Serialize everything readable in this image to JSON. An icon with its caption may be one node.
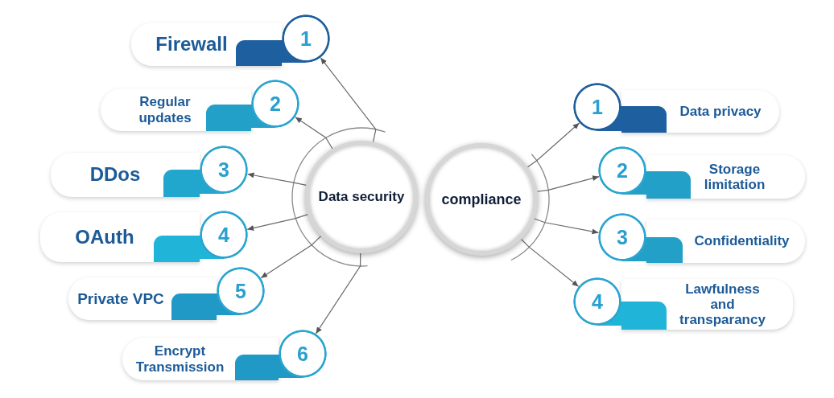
{
  "diagram": {
    "nodes": [
      {
        "text": [
          "Firewall"
        ]
      },
      {
        "text": [
          "1"
        ]
      },
      {
        "text": [
          "Regular updates"
        ]
      },
      {
        "text": [
          "2"
        ]
      },
      {
        "text": [
          "DDos"
        ]
      },
      {
        "text": [
          "3"
        ]
      },
      {
        "text": [
          "OAuth"
        ]
      },
      {
        "text": [
          "4"
        ]
      },
      {
        "text": [
          "Private VPC"
        ]
      },
      {
        "text": [
          "5"
        ]
      },
      {
        "text": [
          "Encrypt Transmission"
        ]
      },
      {
        "text": [
          "6"
        ]
      },
      {
        "text": [
          "Data security"
        ]
      },
      {
        "text": [
          "compliance"
        ]
      },
      {
        "text": [
          "1"
        ]
      },
      {
        "text": [
          "Data privacy"
        ]
      },
      {
        "text": [
          "2"
        ]
      },
      {
        "text": [
          "Storage limitation"
        ]
      },
      {
        "text": [
          "3"
        ]
      },
      {
        "text": [
          "Confidentiality"
        ]
      },
      {
        "text": [
          "4"
        ]
      },
      {
        "text": [
          "Lawfulness and transparancy"
        ]
      }
    ],
    "edges": [
      {
        "from": 12,
        "to": 1,
        "arrow": "to"
      },
      {
        "from": 12,
        "to": 3,
        "arrow": "to"
      },
      {
        "from": 12,
        "to": 5,
        "arrow": "to"
      },
      {
        "from": 12,
        "to": 7,
        "arrow": "to"
      },
      {
        "from": 12,
        "to": 9,
        "arrow": "to"
      },
      {
        "from": 12,
        "to": 11,
        "arrow": "to"
      },
      {
        "from": 13,
        "to": 14,
        "arrow": "to"
      },
      {
        "from": 13,
        "to": 16,
        "arrow": "to"
      },
      {
        "from": 13,
        "to": 18,
        "arrow": "to"
      },
      {
        "from": 13,
        "to": 20,
        "arrow": "to"
      }
    ]
  }
}
